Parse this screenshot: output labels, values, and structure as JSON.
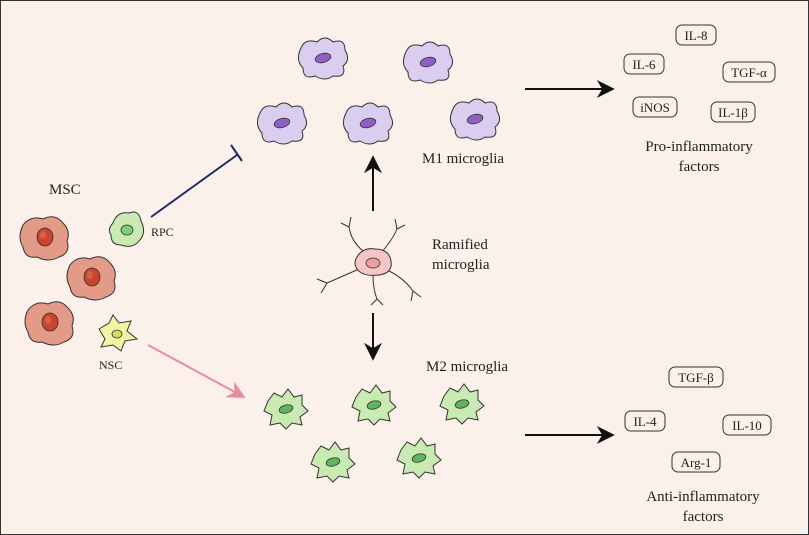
{
  "labels": {
    "msc": "MSC",
    "rpc": "RPC",
    "nsc": "NSC",
    "m1": "M1 microglia",
    "m2": "M2 microglia",
    "ramified_line1": "Ramified",
    "ramified_line2": "microglia",
    "pro_line1": "Pro-inflammatory",
    "pro_line2": "factors",
    "anti_line1": "Anti-inflammatory",
    "anti_line2": "factors"
  },
  "pro_factors": [
    "IL-8",
    "IL-6",
    "TGF-α",
    "iNOS",
    "IL-1β"
  ],
  "anti_factors": [
    "TGF-β",
    "IL-4",
    "IL-10",
    "Arg-1"
  ],
  "colors": {
    "background": "#fbf0ea",
    "m1_cell": "#d9cdf0",
    "m1_nucleus": "#8f5fc4",
    "m2_cell": "#c9eab2",
    "m2_nucleus": "#5fb55a",
    "msc_cell": "#e39a86",
    "msc_nucleus": "#c8442d",
    "rpc_cell": "#c9eab2",
    "nsc_cell": "#f3f3a6",
    "ramified_cell": "#f4c7c6",
    "inhibit_line": "#1a2a6c",
    "nsc_arrow": "#e88aa0"
  }
}
